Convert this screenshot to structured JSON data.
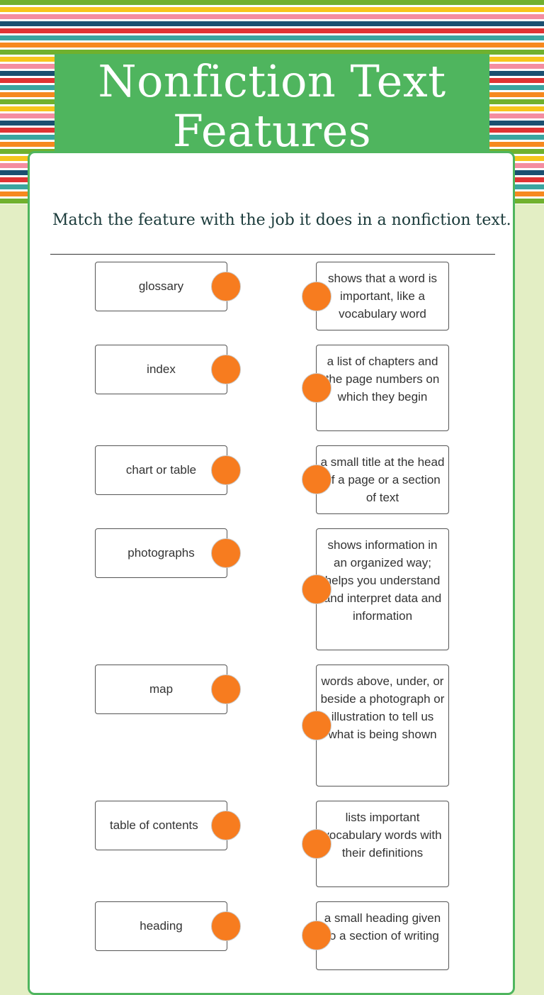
{
  "title": "Nonfiction Text Features",
  "instruction": "Match the feature with the job it does in a nonfiction text.",
  "colors": {
    "accent_green": "#4fb55e",
    "dot_orange": "#f77c1f",
    "page_background": "#e3eec4"
  },
  "terms": [
    "glossary",
    "index",
    "chart or table",
    "photographs",
    "map",
    "table of contents",
    "heading"
  ],
  "definitions": [
    "shows that a word is important, like a vocabulary word",
    "a list of chapters and the page numbers on which they begin",
    "a small title at the head of a page or a section of text",
    "shows information in an organized way; helps you understand and interpret data and information",
    "words above, under, or beside a photograph or illustration to tell us what is being shown",
    "lists important vocabulary words with their definitions",
    "a small heading given to a section of writing"
  ]
}
